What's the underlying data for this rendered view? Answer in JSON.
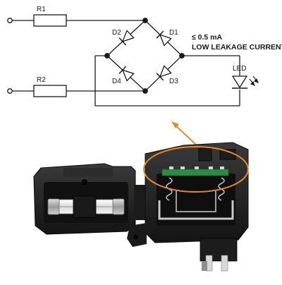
{
  "schematic": {
    "labels": {
      "r1": "R1",
      "r2": "R2",
      "d1": "D1",
      "d2": "D2",
      "d3": "D3",
      "d4": "D4",
      "led": "LED"
    },
    "note_line1": "≤ 0.5 mA",
    "note_line2": "LOW LEAKAGE CURRENT"
  },
  "colors": {
    "wire": "#1a1a1a",
    "highlight": "#e58a2b",
    "device_body": "#1f1f1f",
    "pcb": "#2f8a44"
  },
  "icons": {
    "led_light": "light-emission-arrows-icon",
    "callout": "arrow-up-right-icon"
  }
}
